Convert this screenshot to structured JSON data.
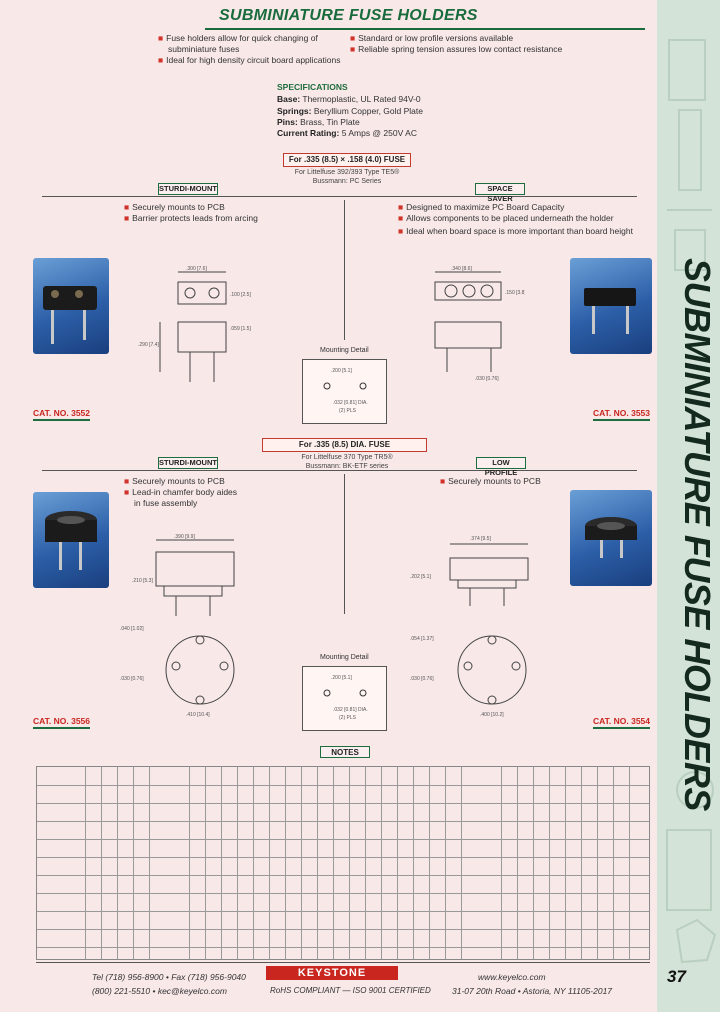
{
  "header": {
    "title": "SUBMINIATURE FUSE HOLDERS"
  },
  "side_title": "SUBMINIATURE FUSE HOLDERS",
  "bullets_left": [
    "Fuse holders allow for quick changing of",
    "subminiature fuses",
    "Ideal for high density circuit board applications"
  ],
  "bullets_right": [
    "Standard or low profile versions available",
    "Reliable spring tension assures low contact resistance"
  ],
  "specifications": {
    "heading": "SPECIFICATIONS",
    "rows": [
      {
        "label": "Base:",
        "value": "Thermoplastic, UL Rated 94V-0"
      },
      {
        "label": "Springs:",
        "value": "Beryllium Copper, Gold Plate"
      },
      {
        "label": "Pins:",
        "value": "Brass, Tin Plate"
      },
      {
        "label": "Current Rating:",
        "value": "5 Amps @ 250V AC"
      }
    ]
  },
  "section1": {
    "label": "For .335 (8.5) × .158 (4.0) FUSE",
    "sub1": "For Littelfuse 392/393 Type TE5®",
    "sub2": "Bussmann: PC Series",
    "left": {
      "box": "STURDI-MOUNT",
      "bullets": [
        "Securely mounts to PCB",
        "Barrier protects leads from arcing"
      ],
      "catno": "CAT. NO. 3552"
    },
    "right": {
      "box": "SPACE SAVER",
      "bullets": [
        "Designed to maximize PC Board Capacity",
        "Allows components to be placed underneath the holder",
        "Ideal when board space is more important than board height"
      ],
      "catno": "CAT. NO. 3553"
    },
    "mounting": "Mounting Detail"
  },
  "section2": {
    "label": "For .335 (8.5) DIA. FUSE",
    "sub1": "For Littelfuse 370 Type TR5®",
    "sub2": "Bussmann: BK-ETF series",
    "left": {
      "box": "STURDI-MOUNT",
      "bullets": [
        "Securely mounts to PCB",
        "Lead-in chamfer body aides",
        "in fuse assembly"
      ],
      "catno": "CAT. NO. 3556"
    },
    "right": {
      "box": "LOW PROFILE",
      "bullets": [
        "Securely mounts to PCB"
      ],
      "catno": "CAT. NO. 3554"
    },
    "mounting": "Mounting Detail"
  },
  "notes": {
    "label": "NOTES"
  },
  "footer": {
    "tel": "Tel (718) 956-8900 • Fax (718) 956-9040",
    "tel2": "(800) 221-5510 • kec@keyelco.com",
    "logo": "KEYSTONE",
    "rohs": "RoHS COMPLIANT — ISO 9001 CERTIFIED",
    "web": "www.keyelco.com",
    "address": "31-07 20th Road • Astoria, NY 11105-2017",
    "page": "37"
  },
  "colors": {
    "accent_green": "#1e6d3e",
    "accent_red": "#c8261f",
    "sidebar": "#d3e3d7",
    "page_bg": "#f8e8e8"
  }
}
